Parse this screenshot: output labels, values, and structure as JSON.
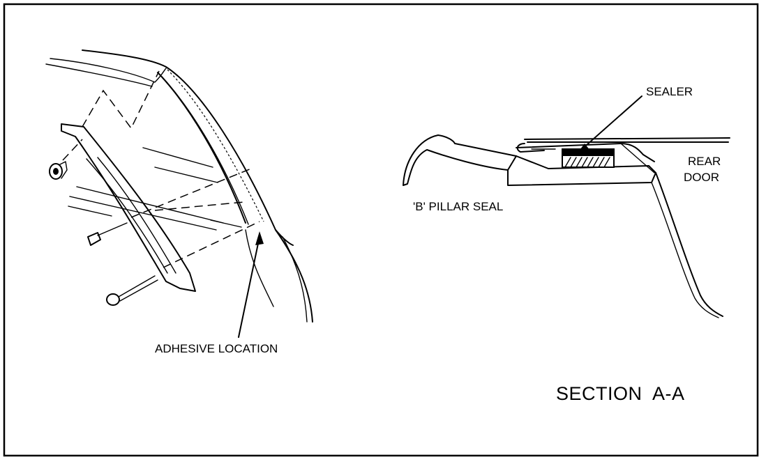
{
  "labels": {
    "adhesive_location": "ADHESIVE LOCATION",
    "sealer": "SEALER",
    "rear_door_line1": "REAR",
    "rear_door_line2": "DOOR",
    "b_pillar_seal": "'B' PILLAR SEAL",
    "section": "SECTION  A-A"
  }
}
